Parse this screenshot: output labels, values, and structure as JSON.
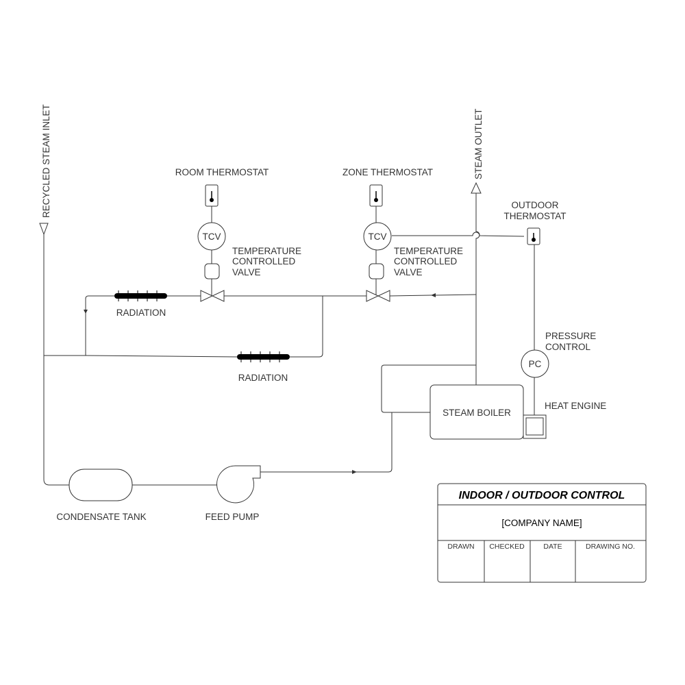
{
  "diagram": {
    "labels": {
      "recycled_steam_inlet": "RECYCLED STEAM INLET",
      "steam_outlet": "STEAM OUTLET",
      "room_thermostat": "ROOM THERMOSTAT",
      "zone_thermostat": "ZONE THERMOSTAT",
      "outdoor_thermostat_line1": "OUTDOOR",
      "outdoor_thermostat_line2": "THERMOSTAT",
      "tcv_left": "TCV",
      "tcv_right": "TCV",
      "tcv_desc_left_1": "TEMPERATURE",
      "tcv_desc_left_2": "CONTROLLED",
      "tcv_desc_left_3": "VALVE",
      "tcv_desc_right_1": "TEMPERATURE",
      "tcv_desc_right_2": "CONTROLLED",
      "tcv_desc_right_3": "VALVE",
      "radiation_upper": "RADIATION",
      "radiation_lower": "RADIATION",
      "pressure_control_1": "PRESSURE",
      "pressure_control_2": "CONTROL",
      "pc": "PC",
      "steam_boiler": "STEAM BOILER",
      "heat_engine": "HEAT ENGINE",
      "condensate_tank": "CONDENSATE TANK",
      "feed_pump": "FEED PUMP"
    },
    "title_block": {
      "title": "INDOOR / OUTDOOR CONTROL",
      "company": "[COMPANY NAME]",
      "drawn": "DRAWN",
      "checked": "CHECKED",
      "date": "DATE",
      "drawing_no": "DRAWING NO."
    }
  }
}
